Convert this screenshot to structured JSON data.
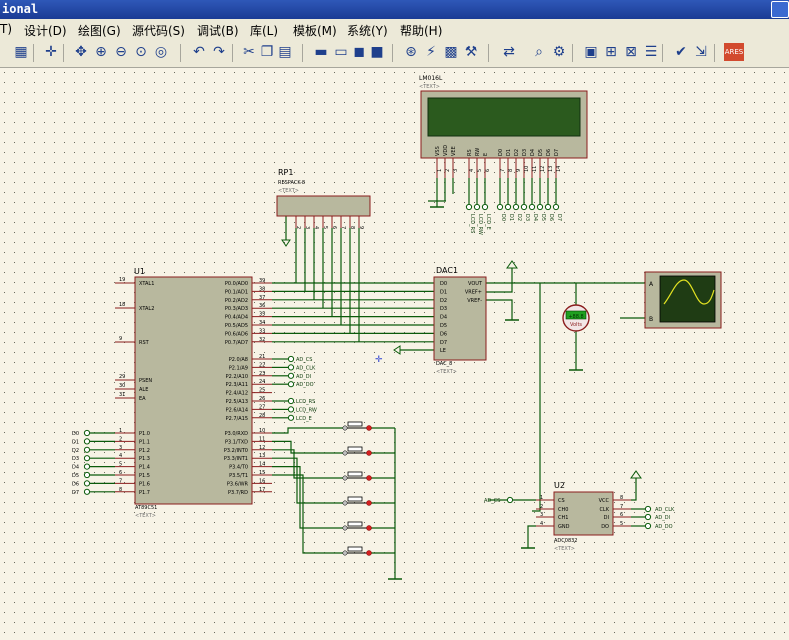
{
  "title": "ional",
  "menu": [
    "T)",
    "设计(D)",
    "绘图(G)",
    "源代码(S)",
    "调试(B)",
    "库(L)",
    "模板(M)",
    "系统(Y)",
    "帮助(H)"
  ],
  "toolbar": {
    "icons": [
      "grid-icon",
      "origin-icon",
      "pan-icon",
      "zoom-in-icon",
      "zoom-out-icon",
      "zoom-all-icon",
      "zoom-area-icon",
      "undo-icon",
      "redo-icon",
      "cut-icon",
      "copy-icon",
      "paste-icon",
      "block-copy-icon",
      "block-move-icon",
      "block-rotate-icon",
      "block-delete-icon",
      "pick-device-icon",
      "make-device-icon",
      "package-icon",
      "decompose-icon",
      "wire-autoroute-icon",
      "search-icon",
      "property-tool-icon",
      "netlist-icon",
      "new-sheet-icon",
      "remove-sheet-icon",
      "bom-icon",
      "erc-icon",
      "export-icon",
      "ares-icon"
    ],
    "ares_label": "ARES"
  },
  "lcd": {
    "ref": "LM016L",
    "text": "<TEXT>",
    "pins": [
      "VSS",
      "VDD",
      "VEE",
      "RS",
      "RW",
      "E",
      "D0",
      "D1",
      "D2",
      "D3",
      "D4",
      "D5",
      "D6",
      "D7"
    ],
    "pin_numbers": [
      "1",
      "2",
      "3",
      "4",
      "5",
      "6",
      "7",
      "8",
      "9",
      "10",
      "11",
      "12",
      "13",
      "14"
    ],
    "net_labels": [
      "LCD_RS",
      "LCD_RW",
      "LCD_E",
      "D0",
      "D1",
      "D2",
      "D3",
      "D4",
      "D5",
      "D6",
      "D7"
    ]
  },
  "rp1": {
    "ref": "RP1",
    "value": "RESPACK-8",
    "text": "<TEXT>"
  },
  "u1": {
    "ref": "U1",
    "part": "AT89C51",
    "text": "<TEXT>",
    "left_pins": [
      {
        "n": "19",
        "name": "XTAL1"
      },
      {
        "n": "18",
        "name": "XTAL2"
      },
      {
        "n": "9",
        "name": "RST"
      },
      {
        "n": "29",
        "name": "PSEN"
      },
      {
        "n": "30",
        "name": "ALE"
      },
      {
        "n": "31",
        "name": "EA"
      }
    ],
    "p1_pins": [
      {
        "n": "1",
        "name": "P1.0"
      },
      {
        "n": "2",
        "name": "P1.1"
      },
      {
        "n": "3",
        "name": "P1.2"
      },
      {
        "n": "4",
        "name": "P1.3"
      },
      {
        "n": "5",
        "name": "P1.4"
      },
      {
        "n": "6",
        "name": "P1.5"
      },
      {
        "n": "7",
        "name": "P1.6"
      },
      {
        "n": "8",
        "name": "P1.7"
      }
    ],
    "p0_pins": [
      {
        "n": "39",
        "name": "P0.0/AD0"
      },
      {
        "n": "38",
        "name": "P0.1/AD1"
      },
      {
        "n": "37",
        "name": "P0.2/AD2"
      },
      {
        "n": "36",
        "name": "P0.3/AD3"
      },
      {
        "n": "35",
        "name": "P0.4/AD4"
      },
      {
        "n": "34",
        "name": "P0.5/AD5"
      },
      {
        "n": "33",
        "name": "P0.6/AD6"
      },
      {
        "n": "32",
        "name": "P0.7/AD7"
      }
    ],
    "p2_pins": [
      {
        "n": "21",
        "name": "P2.0/A8"
      },
      {
        "n": "22",
        "name": "P2.1/A9"
      },
      {
        "n": "23",
        "name": "P2.2/A10"
      },
      {
        "n": "24",
        "name": "P2.3/A11"
      },
      {
        "n": "25",
        "name": "P2.4/A12"
      },
      {
        "n": "26",
        "name": "P2.5/A13"
      },
      {
        "n": "27",
        "name": "P2.6/A14"
      },
      {
        "n": "28",
        "name": "P2.7/A15"
      }
    ],
    "p3_pins": [
      {
        "n": "10",
        "name": "P3.0/RXD"
      },
      {
        "n": "11",
        "name": "P3.1/TXD"
      },
      {
        "n": "12",
        "name": "P3.2/INT0"
      },
      {
        "n": "13",
        "name": "P3.3/INT1"
      },
      {
        "n": "14",
        "name": "P3.4/T0"
      },
      {
        "n": "15",
        "name": "P3.5/T1"
      },
      {
        "n": "16",
        "name": "P3.6/WR"
      },
      {
        "n": "17",
        "name": "P3.7/RD"
      }
    ],
    "p1_labels": [
      "D0",
      "D1",
      "D2",
      "D3",
      "D4",
      "D5",
      "D6",
      "D7"
    ],
    "p2_labels": [
      "AD_CS",
      "AD_CLK",
      "AD_DI",
      "AD_DO",
      "",
      "LCD_RS",
      "LCD_RW",
      "LCD_E"
    ]
  },
  "dac": {
    "ref": "DAC1",
    "part": "DAC_8",
    "text": "<TEXT>",
    "left_pins": [
      "D0",
      "D1",
      "D2",
      "D3",
      "D4",
      "D5",
      "D6",
      "D7",
      "LE"
    ],
    "right_pins": [
      "VOUT",
      "VREF+",
      "VREF-"
    ]
  },
  "voltmeter": {
    "label": "Volts",
    "reading": "+88.8"
  },
  "scope": {
    "a": "A",
    "b": "B"
  },
  "u2": {
    "ref": "U2",
    "part": "ADC0832",
    "text": "<TEXT>",
    "left_pins": [
      {
        "n": "1",
        "name": "CS"
      },
      {
        "n": "2",
        "name": "CH0"
      },
      {
        "n": "3",
        "name": "CH1"
      },
      {
        "n": "4",
        "name": "GND"
      }
    ],
    "right_pins": [
      {
        "n": "8",
        "name": "VCC"
      },
      {
        "n": "7",
        "name": "CLK"
      },
      {
        "n": "6",
        "name": "DI"
      },
      {
        "n": "5",
        "name": "DO"
      }
    ],
    "cs_label": "AD_CS",
    "right_labels": [
      "AD_CLK",
      "AD_DI",
      "AD_DO"
    ]
  }
}
